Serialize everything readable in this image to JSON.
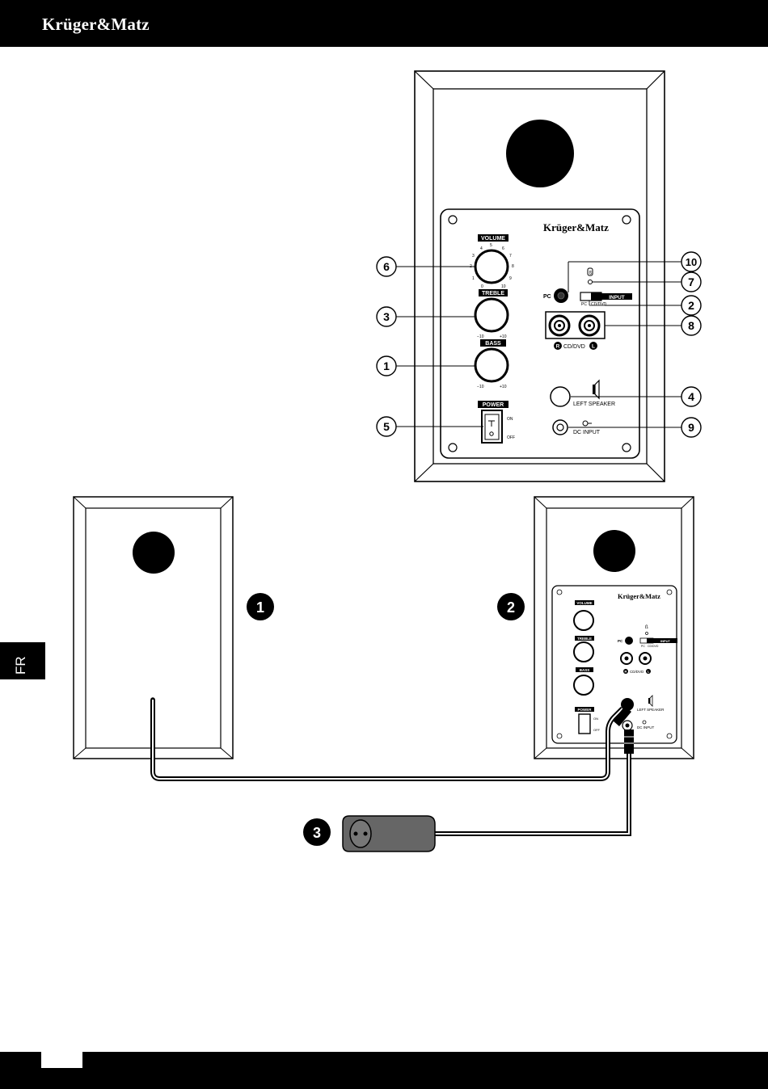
{
  "header": {
    "brand": "Krüger&Matz"
  },
  "side_tab": {
    "label": "FR"
  },
  "main_panel": {
    "brand": "Krüger&Matz",
    "volume_label": "VOLUME",
    "volume_ticks": [
      "0",
      "1",
      "2",
      "3",
      "4",
      "5",
      "6",
      "7",
      "8",
      "9",
      "10"
    ],
    "treble_label": "TREBLE",
    "bass_label": "BASS",
    "minus10": "−10",
    "plus10": "+10",
    "power_label": "POWER",
    "on": "ON",
    "off": "OFF",
    "pc": "PC",
    "input": "INPUT",
    "pc_small": "PC",
    "cd_dvd_small": "CD/DVD",
    "cd_dvd": "CD/DVD",
    "r": "R",
    "l": "L",
    "left_speaker": "LEFT SPEAKER",
    "dc_input": "DC INPUT"
  },
  "callouts": [
    "6",
    "3",
    "1",
    "5",
    "10",
    "7",
    "2",
    "8",
    "4",
    "9"
  ],
  "diagram_steps": [
    "1",
    "2",
    "3"
  ],
  "small_panel": {
    "brand": "Krüger&Matz",
    "volume_label": "VOLUME",
    "treble_label": "TREBLE",
    "bass_label": "BASS",
    "power_label": "POWER",
    "on": "ON",
    "off": "OFF",
    "pc": "PC",
    "input": "INPUT",
    "pc_small": "PC",
    "cd_dvd_small": "CD/DVD",
    "cd_dvd": "CD/DVD",
    "r": "R",
    "l": "L",
    "left_speaker": "LEFT SPEAKER",
    "dc_input": "DC INPUT"
  }
}
